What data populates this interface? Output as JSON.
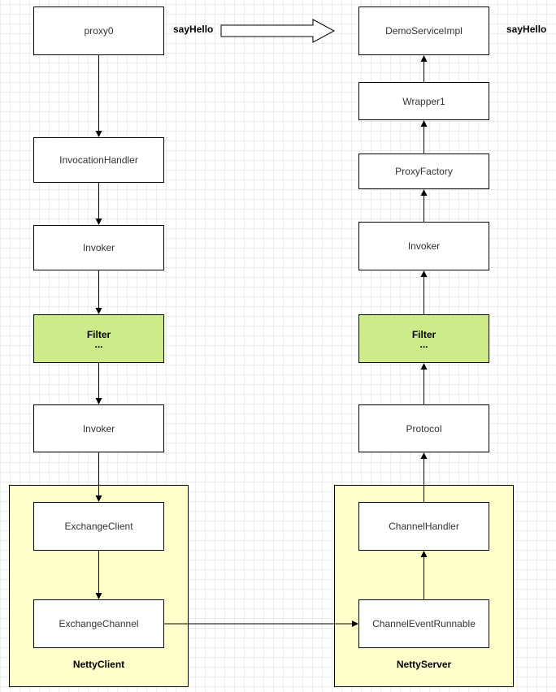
{
  "client": {
    "proxy0": "proxy0",
    "invocation_handler": "InvocationHandler",
    "invoker_top": "Invoker",
    "filter_title": "Filter",
    "filter_sub": "...",
    "invoker_bottom": "Invoker",
    "exchange_client": "ExchangeClient",
    "exchange_channel": "ExchangeChannel",
    "container_label": "NettyClient"
  },
  "server": {
    "demo_service_impl": "DemoServiceImpl",
    "wrapper1": "Wrapper1",
    "proxy_factory": "ProxyFactory",
    "invoker": "Invoker",
    "filter_title": "Filter",
    "filter_sub": "...",
    "protocol": "Protocol",
    "channel_handler": "ChannelHandler",
    "channel_event_runnable": "ChannelEventRunnable",
    "container_label": "NettyServer"
  },
  "labels": {
    "say_hello_left": "sayHello",
    "say_hello_right": "sayHello"
  },
  "colors": {
    "filter_fill": "#cdeb8b",
    "container_fill": "#ffffcc"
  }
}
